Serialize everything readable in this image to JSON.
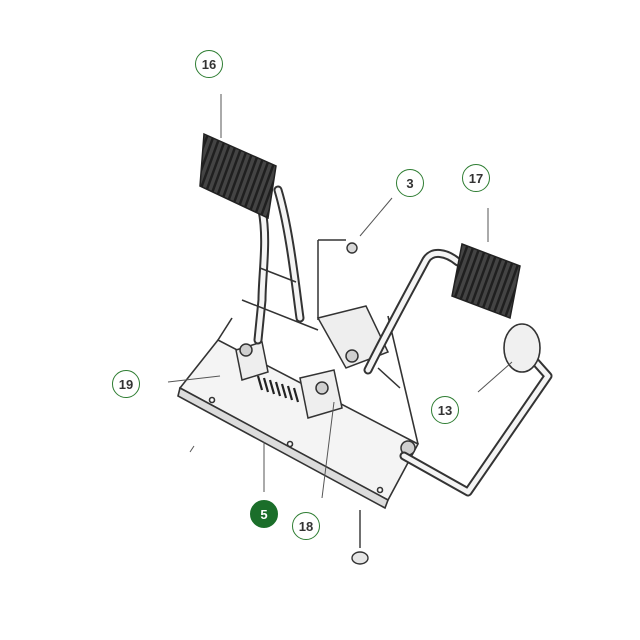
{
  "diagram": {
    "accent_color": "#2e7d32",
    "active_color": "#1b6e2a",
    "callouts": [
      {
        "id": "c16",
        "label": "16",
        "active": false
      },
      {
        "id": "c3",
        "label": "3",
        "active": false
      },
      {
        "id": "c17",
        "label": "17",
        "active": false
      },
      {
        "id": "c19",
        "label": "19",
        "active": false
      },
      {
        "id": "c13",
        "label": "13",
        "active": false
      },
      {
        "id": "c5",
        "label": "5",
        "active": true
      },
      {
        "id": "c18",
        "label": "18",
        "active": false
      }
    ]
  }
}
